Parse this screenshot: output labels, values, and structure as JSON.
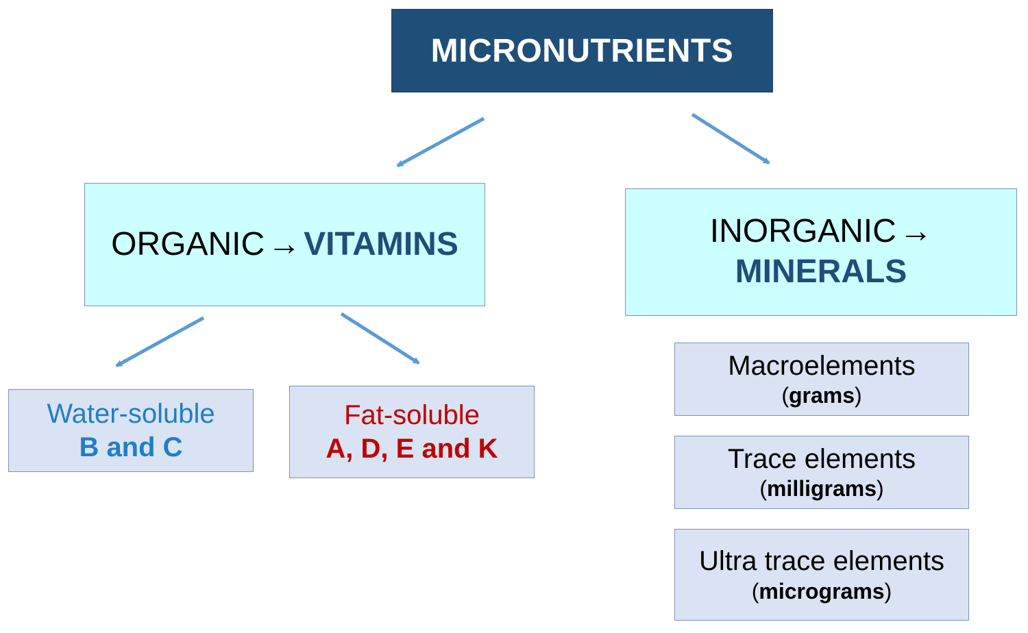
{
  "root": {
    "title": "MICRONUTRIENTS"
  },
  "organic": {
    "prefix": "ORGANIC",
    "arrow": "→",
    "highlight": "VITAMINS"
  },
  "inorganic": {
    "prefix": "INORGANIC",
    "arrow": "→",
    "highlight": "MINERALS"
  },
  "vitamins": {
    "water": {
      "line1": "Water-soluble",
      "line2": "B and C"
    },
    "fat": {
      "line1": "Fat-soluble",
      "line2": "A, D, E and K"
    }
  },
  "minerals": [
    {
      "name": "Macroelements",
      "unit": "grams"
    },
    {
      "name": "Trace elements",
      "unit": "milligrams"
    },
    {
      "name": "Ultra trace elements",
      "unit": "micrograms"
    }
  ],
  "colors": {
    "root_fill": "#1f4e79",
    "category_fill": "#ccffff",
    "leaf_fill": "#dae3f3",
    "connector": "#5b9bd5",
    "water_text": "#1f7fc5",
    "fat_text": "#c00000"
  }
}
